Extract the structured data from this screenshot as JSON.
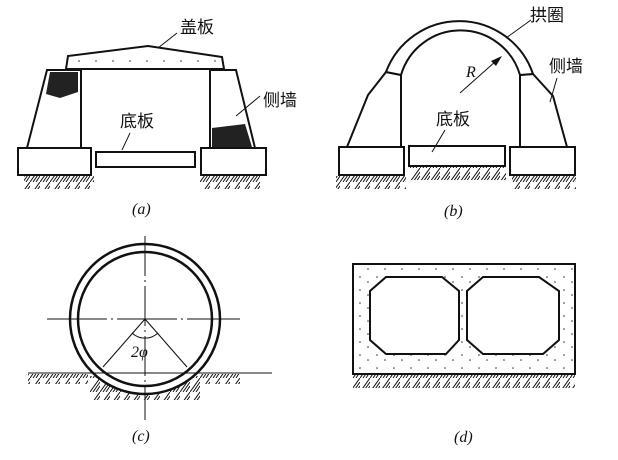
{
  "figure_a": {
    "cover_slab": "盖板",
    "side_wall": "侧墙",
    "bottom_slab": "底板",
    "caption": "(a)"
  },
  "figure_b": {
    "arch_ring": "拱圈",
    "radius": "R",
    "side_wall": "侧墙",
    "bottom_slab": "底板",
    "caption": "(b)"
  },
  "figure_c": {
    "angle": "2φ",
    "caption": "(c)"
  },
  "figure_d": {
    "caption": "(d)"
  }
}
